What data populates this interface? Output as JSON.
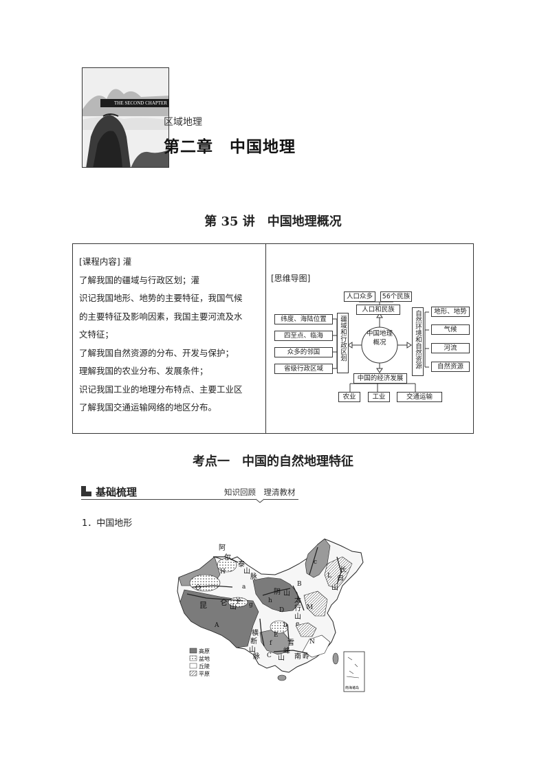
{
  "chapter": {
    "banner": "THE SECOND CHAPTER",
    "section_label": "区域地理",
    "title": "第二章　中国地理"
  },
  "lecture_title": "第 35 讲　中国地理概况",
  "course_content": {
    "lines": [
      "[课程内容] 灌",
      "了解我国的疆域与行政区划；灌",
      "识记我国地形、地势的主要特征，我国气候",
      "的主要特征及影响因素，我国主要河流及水",
      "文特征；",
      "了解我国自然资源的分布、开发与保护；",
      "理解我国的农业分布、发展条件；",
      "识记我国工业的地理分布特点、主要工业区",
      "了解我国交通运输网络的地区分布。"
    ]
  },
  "mindmap": {
    "label": "[思维导图]",
    "center": "中国地理概况",
    "top": [
      "人口众多",
      "56个民族",
      "人口和民族"
    ],
    "left_branch": "疆域和行政区划",
    "left_items": [
      "纬度、海陆位置",
      "四至点、临海",
      "众多的邻国",
      "省级行政区域"
    ],
    "right_branch": "自然环境和自然资源",
    "right_items": [
      "地形、地势",
      "气候",
      "河流",
      "自然资源"
    ],
    "bottom": "中国的经济发展",
    "bottom_items": [
      "农业",
      "工业",
      "交通运输"
    ]
  },
  "topic_title": "考点一　中国的自然地理特征",
  "basics": {
    "title": "基础梳理",
    "subtitle": "知识回顾　理清教材"
  },
  "item_1": "1．中国地形",
  "map": {
    "labels": [
      "阿",
      "尔",
      "泰",
      "山",
      "脉",
      "H",
      "O",
      "a",
      "昆",
      "仑",
      "山",
      "F",
      "g",
      "A",
      "B",
      "阴",
      "山",
      "h",
      "D",
      "太",
      "行",
      "山",
      "M",
      "c",
      "L",
      "长",
      "白",
      "山",
      "横",
      "断",
      "山",
      "脉",
      "E",
      "b",
      "C",
      "雪",
      "峰",
      "山",
      "南",
      "岭",
      "N",
      "e",
      "f"
    ],
    "legend": [
      "高原",
      "盆地",
      "丘陵",
      "平原"
    ],
    "inset_label": "南海诸岛"
  }
}
